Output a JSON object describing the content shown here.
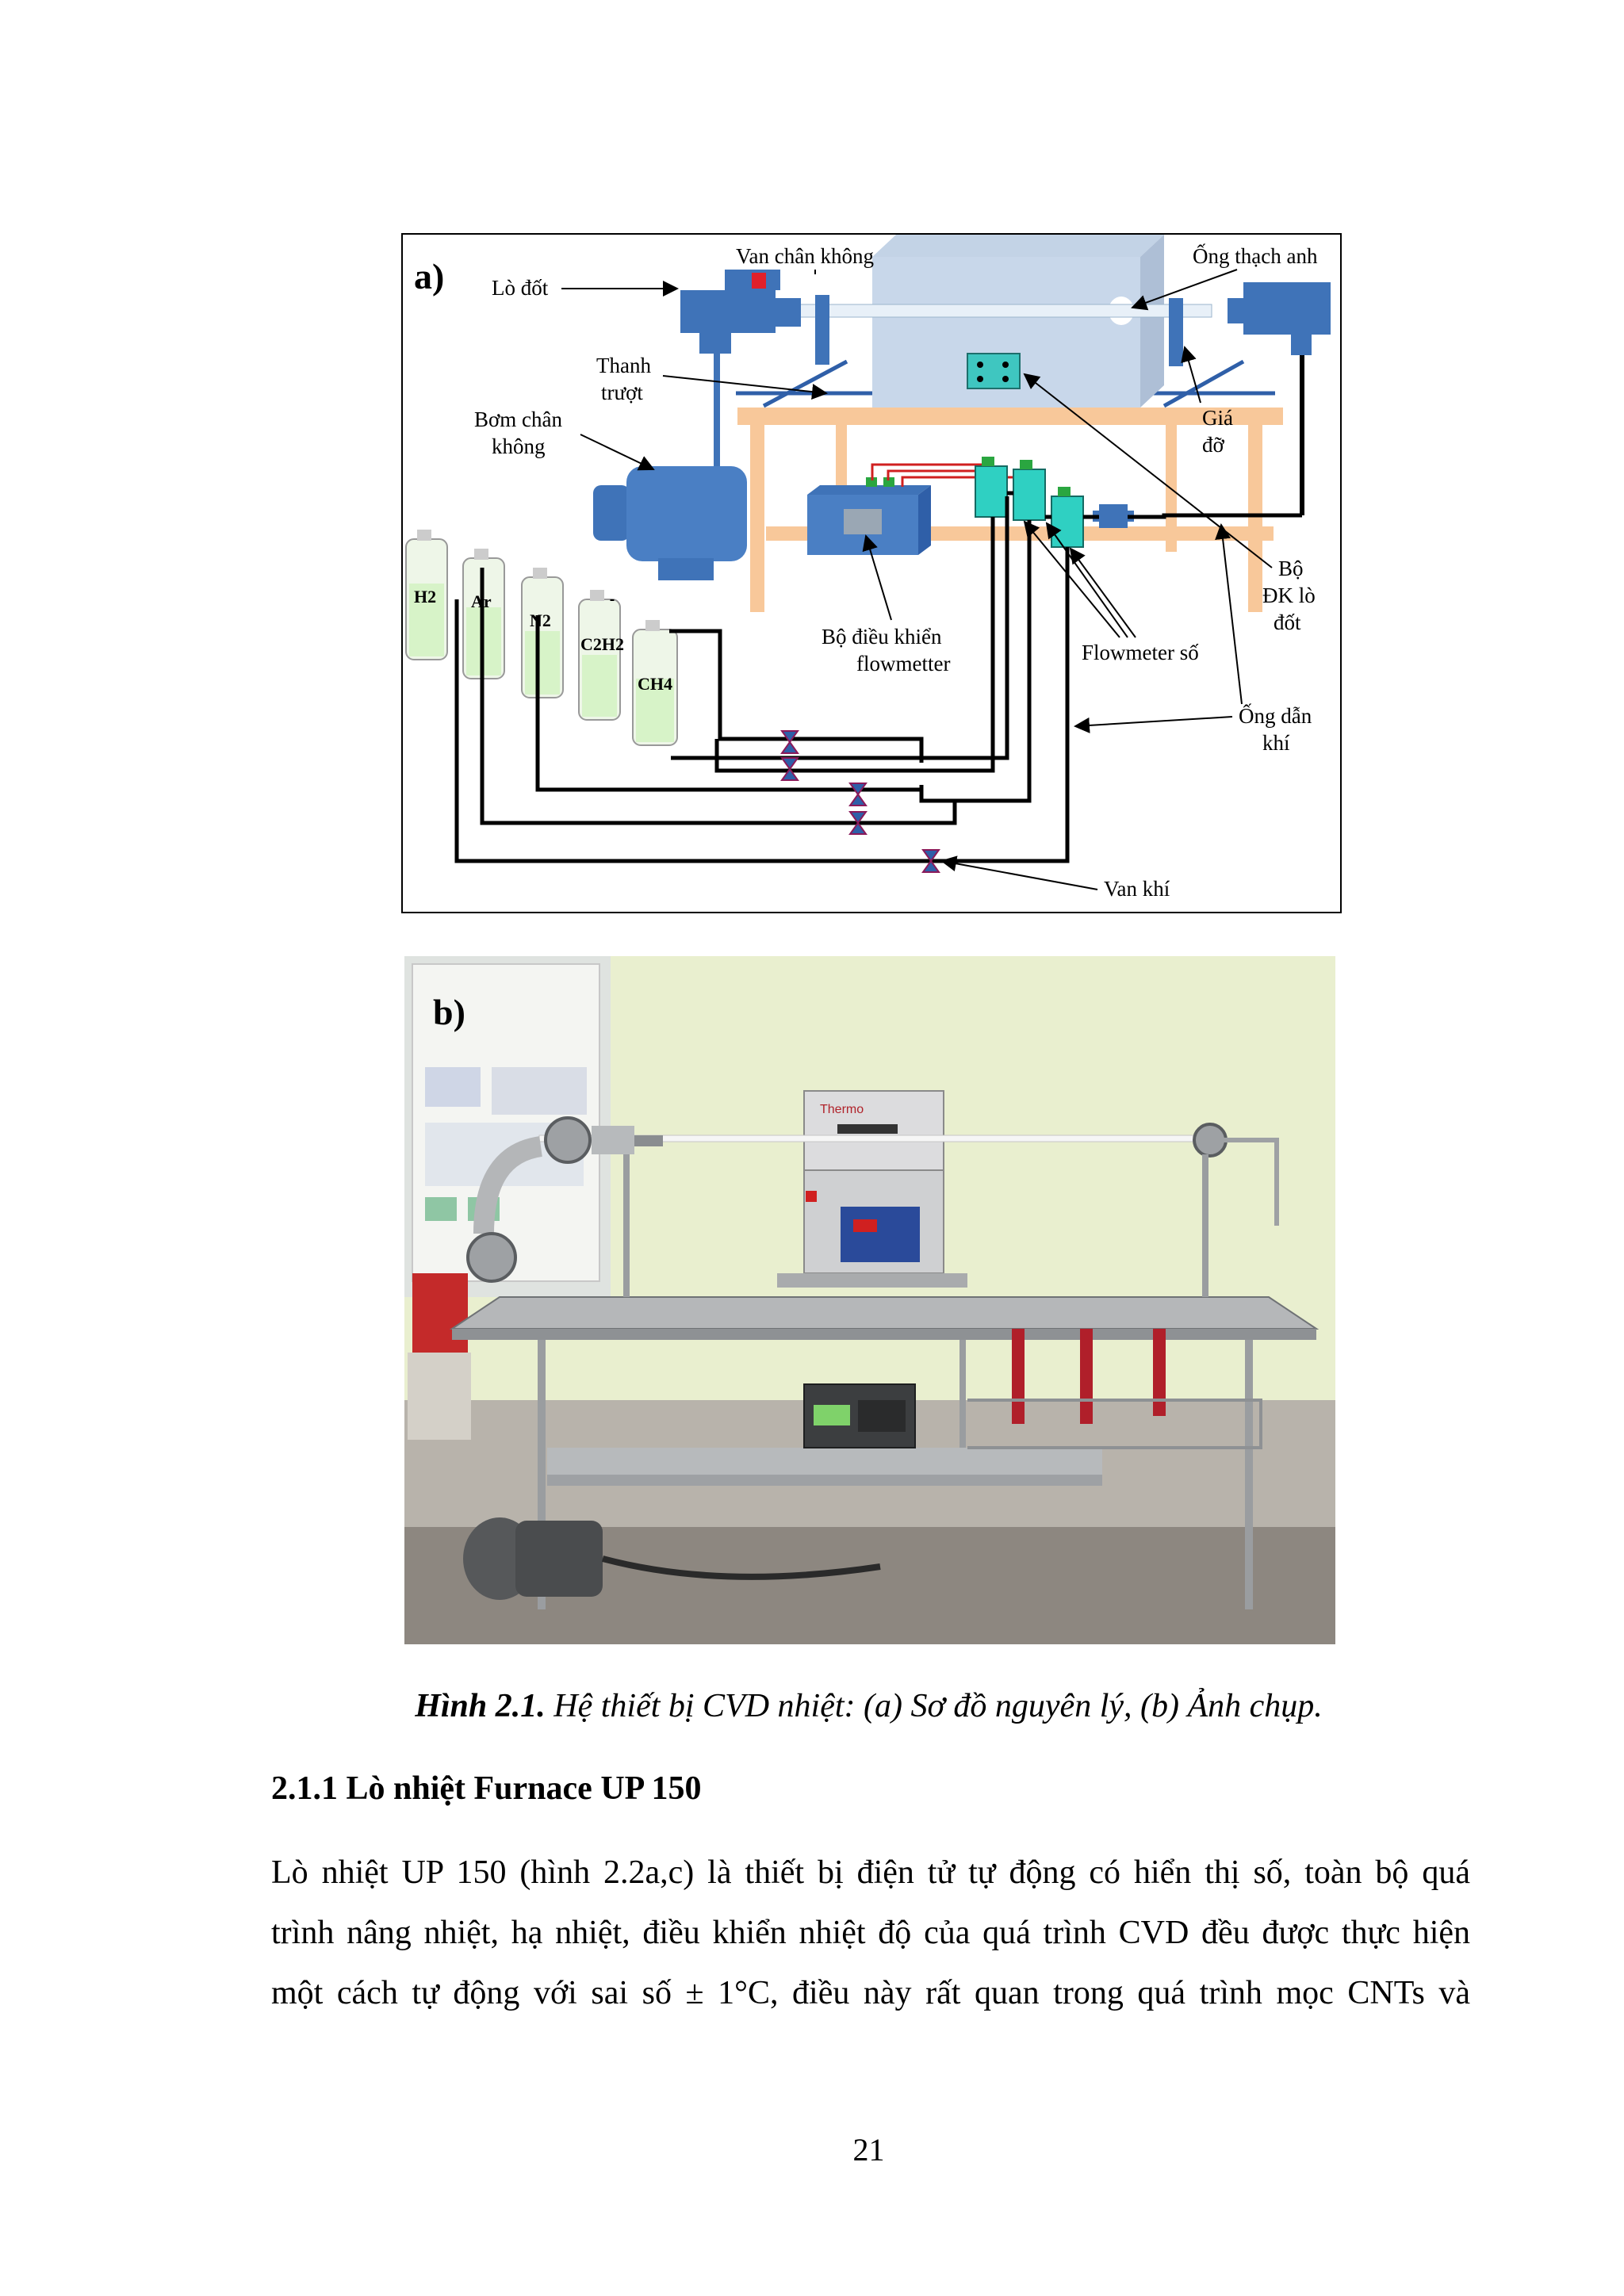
{
  "figure_a": {
    "panel_label": "a)",
    "labels": {
      "van_chan_khong": "Van chân không",
      "ong_thach_anh": "Ống thạch anh",
      "lo_dot": "Lò đốt",
      "thanh_truot_1": "Thanh",
      "thanh_truot_2": "trượt",
      "bom_chan_khong_1": "Bơm chân",
      "bom_chan_khong_2": "không",
      "gia_do_1": "Giá",
      "gia_do_2": "đỡ",
      "bo_dk_lo_dot_1": "Bộ",
      "bo_dk_lo_dot_2": "ĐK lò",
      "bo_dk_lo_dot_3": "đốt",
      "bo_dieu_khien_1": "Bộ điều khiển",
      "bo_dieu_khien_2": "flowmetter",
      "flowmeter_so": "Flowmeter số",
      "ong_dan_khi_1": "Ống dẫn",
      "ong_dan_khi_2": "khí",
      "van_khi": "Van khí"
    },
    "gas_bottles": [
      "H2",
      "Ar",
      "N2",
      "C2H2",
      "CH4"
    ]
  },
  "figure_b": {
    "panel_label": "b)",
    "furnace_brand": "Thermo"
  },
  "caption": {
    "label": "Hình 2.1.",
    "text": " Hệ thiết bị CVD nhiệt:  (a) Sơ đồ nguyên lý, (b) Ảnh chụp."
  },
  "section": {
    "heading": "2.1.1 Lò nhiệt Furnace UP 150"
  },
  "paragraph": {
    "lines": [
      "Lò nhiệt UP 150 (hình 2.2a,c) là thiết bị điện tử tự động có hiển thị số, toàn bộ quá",
      "trình nâng nhiệt, hạ nhiệt, điều khiển nhiệt độ của quá trình CVD đều được thực hiện",
      "một cách tự động với sai số ± 1°C, điều này rất quan trong quá trình mọc CNTs và"
    ]
  },
  "page_number": "21"
}
